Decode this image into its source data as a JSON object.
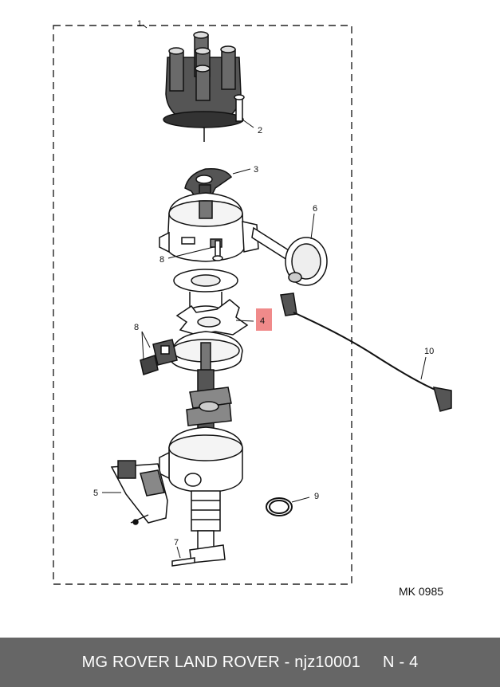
{
  "diagram": {
    "reference": "MK 0985",
    "callouts": {
      "c1": "1",
      "c2": "2",
      "c3": "3",
      "c4": "4",
      "c5": "5",
      "c6": "6",
      "c7": "7",
      "c8a": "8",
      "c8b": "8",
      "c9": "9",
      "c10": "10"
    },
    "highlight_color": "#f08a8a"
  },
  "footer": {
    "title": "MG ROVER LAND ROVER - njz10001",
    "page": "N - 4"
  }
}
